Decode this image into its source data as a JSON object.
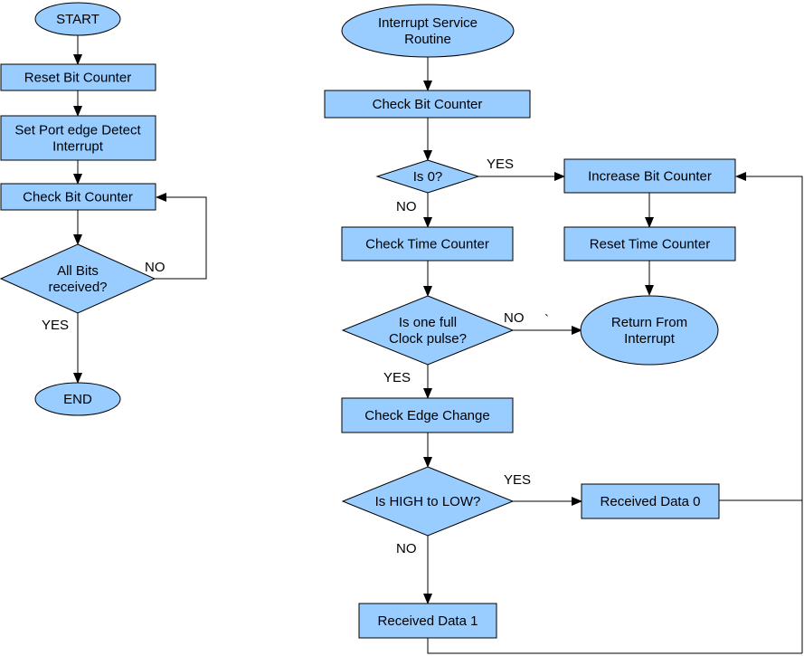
{
  "nodes": {
    "start": [
      "START"
    ],
    "reset_bit": [
      "Reset Bit Counter"
    ],
    "set_port": [
      "Set Port edge Detect",
      "Interrupt"
    ],
    "check_bit_left": [
      "Check Bit Counter"
    ],
    "all_bits": [
      "All Bits",
      "received?"
    ],
    "end": [
      "END"
    ],
    "isr": [
      "Interrupt Service",
      "Routine"
    ],
    "check_bit_right": [
      "Check Bit Counter"
    ],
    "is_zero": [
      "Is 0?"
    ],
    "increase_bit": [
      "Increase Bit Counter"
    ],
    "reset_time": [
      "Reset Time Counter"
    ],
    "check_time": [
      "Check Time Counter"
    ],
    "full_clock": [
      "Is one full",
      "Clock pulse?"
    ],
    "return_int": [
      "Return From",
      "Interrupt"
    ],
    "edge_change": [
      "Check Edge Change"
    ],
    "high_low": [
      "Is HIGH to LOW?"
    ],
    "data0": [
      "Received Data 0"
    ],
    "data1": [
      "Received Data 1"
    ]
  },
  "edge_labels": {
    "all_bits_no": "NO",
    "all_bits_yes": "YES",
    "is_zero_yes": "YES",
    "is_zero_no": "NO",
    "full_clock_no": "NO",
    "full_clock_yes": "YES",
    "high_low_yes": "YES",
    "high_low_no": "NO",
    "stray_mark": "`"
  },
  "colors": {
    "node_fill": "#99ccff",
    "stroke": "#000000",
    "background": "#ffffff"
  }
}
